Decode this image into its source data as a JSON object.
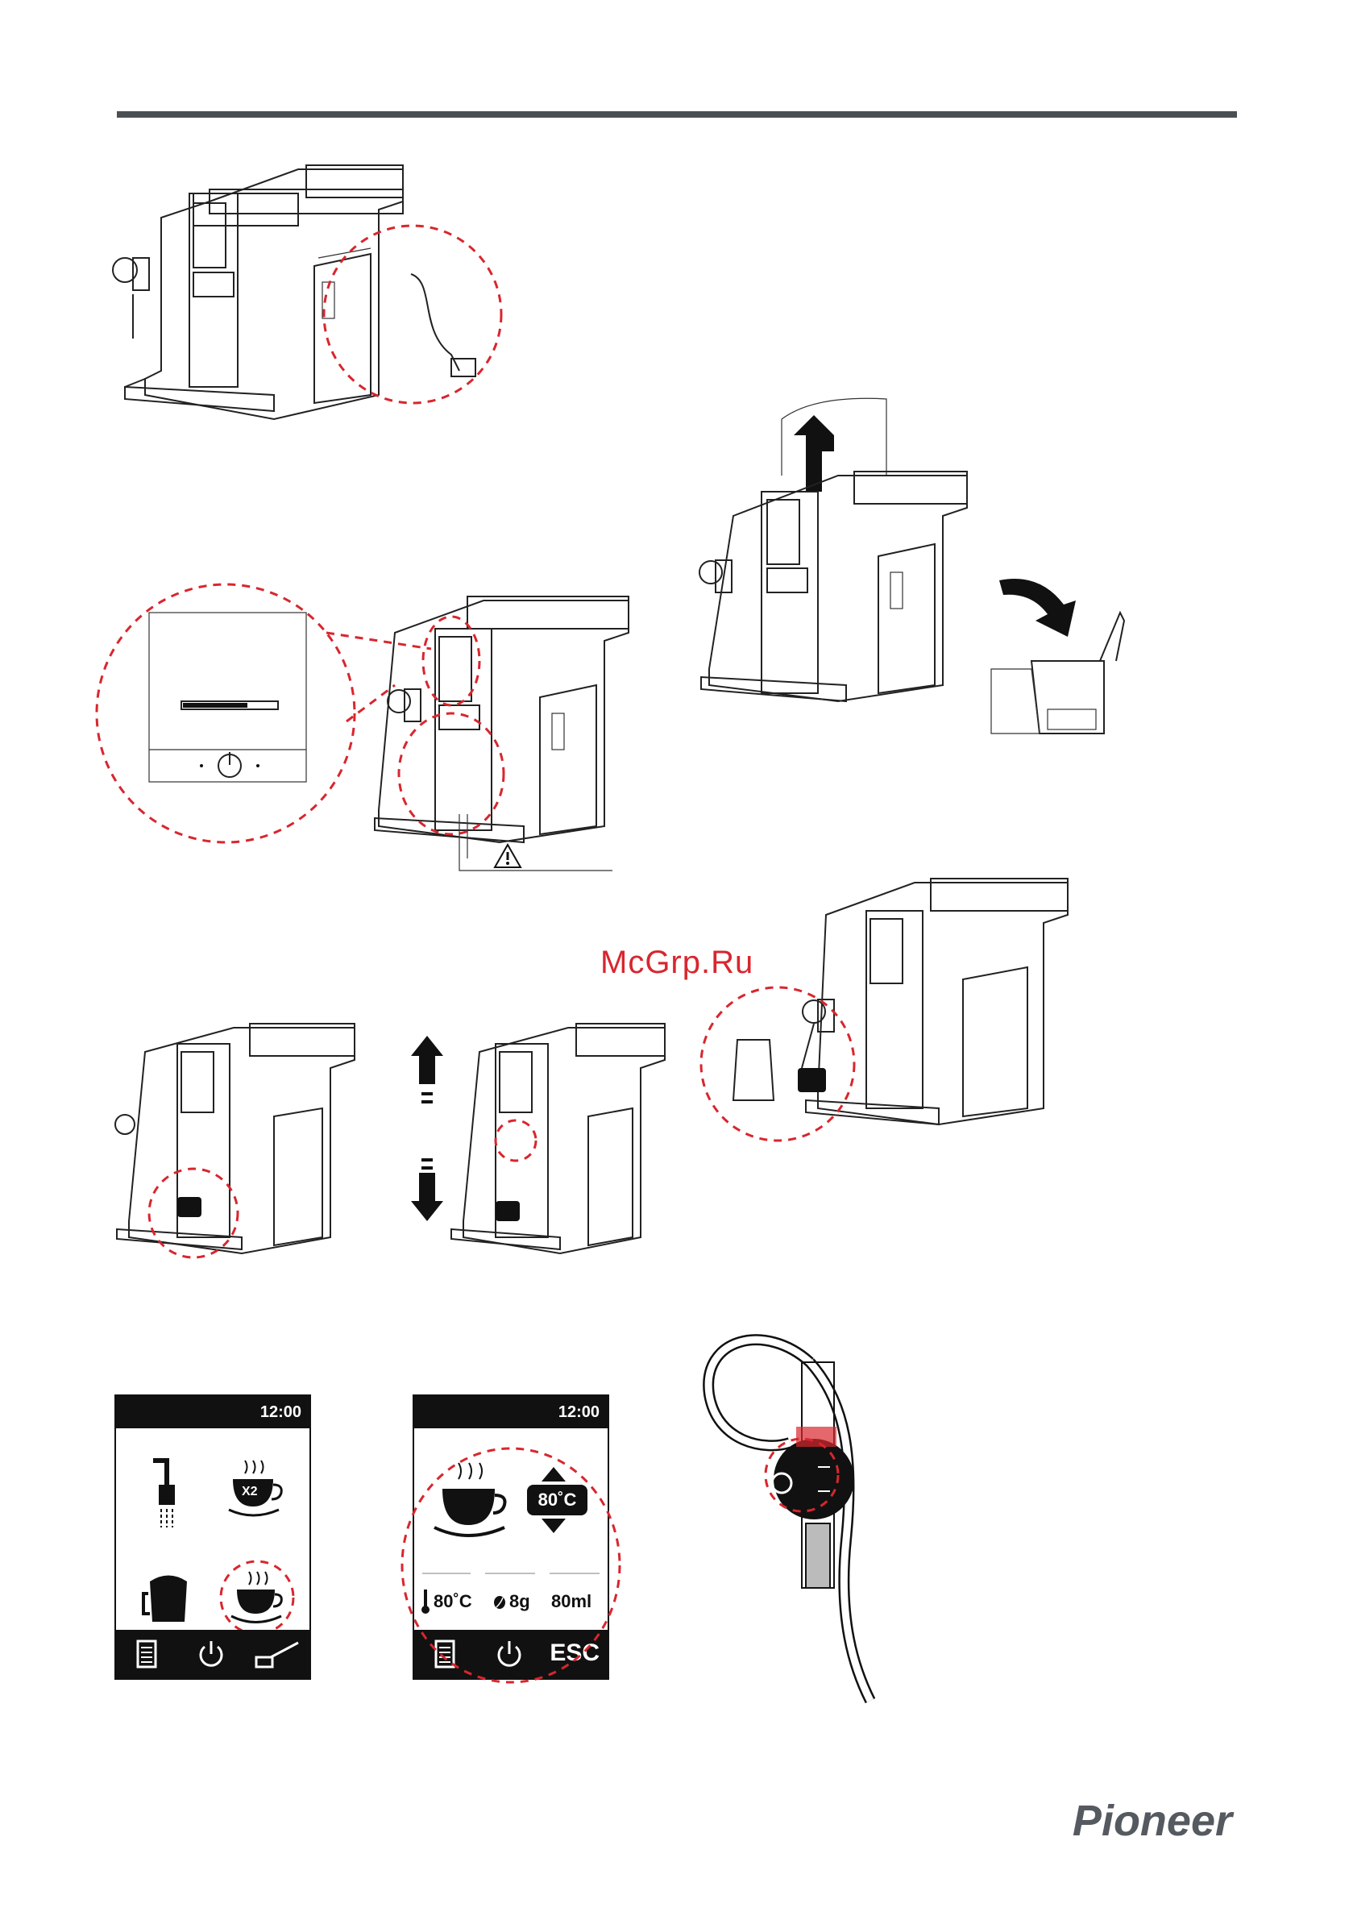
{
  "watermark": "McGrp.Ru",
  "brand": "Pioneer",
  "screens": [
    {
      "time": "12:00",
      "icons": [
        "steam-nozzle-icon",
        "double-cup-icon",
        "milk-jug-icon",
        "single-cup-icon"
      ],
      "footer": [
        "menu-icon",
        "power-icon",
        "spoon-icon"
      ],
      "double_label": "X2"
    },
    {
      "time": "12:00",
      "temperature": "80˚C",
      "params": {
        "temp": "80˚C",
        "dose": "8g",
        "volume": "80ml"
      },
      "footer_esc": "ESC"
    }
  ],
  "colors": {
    "accent": "#d8262e",
    "dark": "#111111",
    "rule": "#4a4f54"
  }
}
